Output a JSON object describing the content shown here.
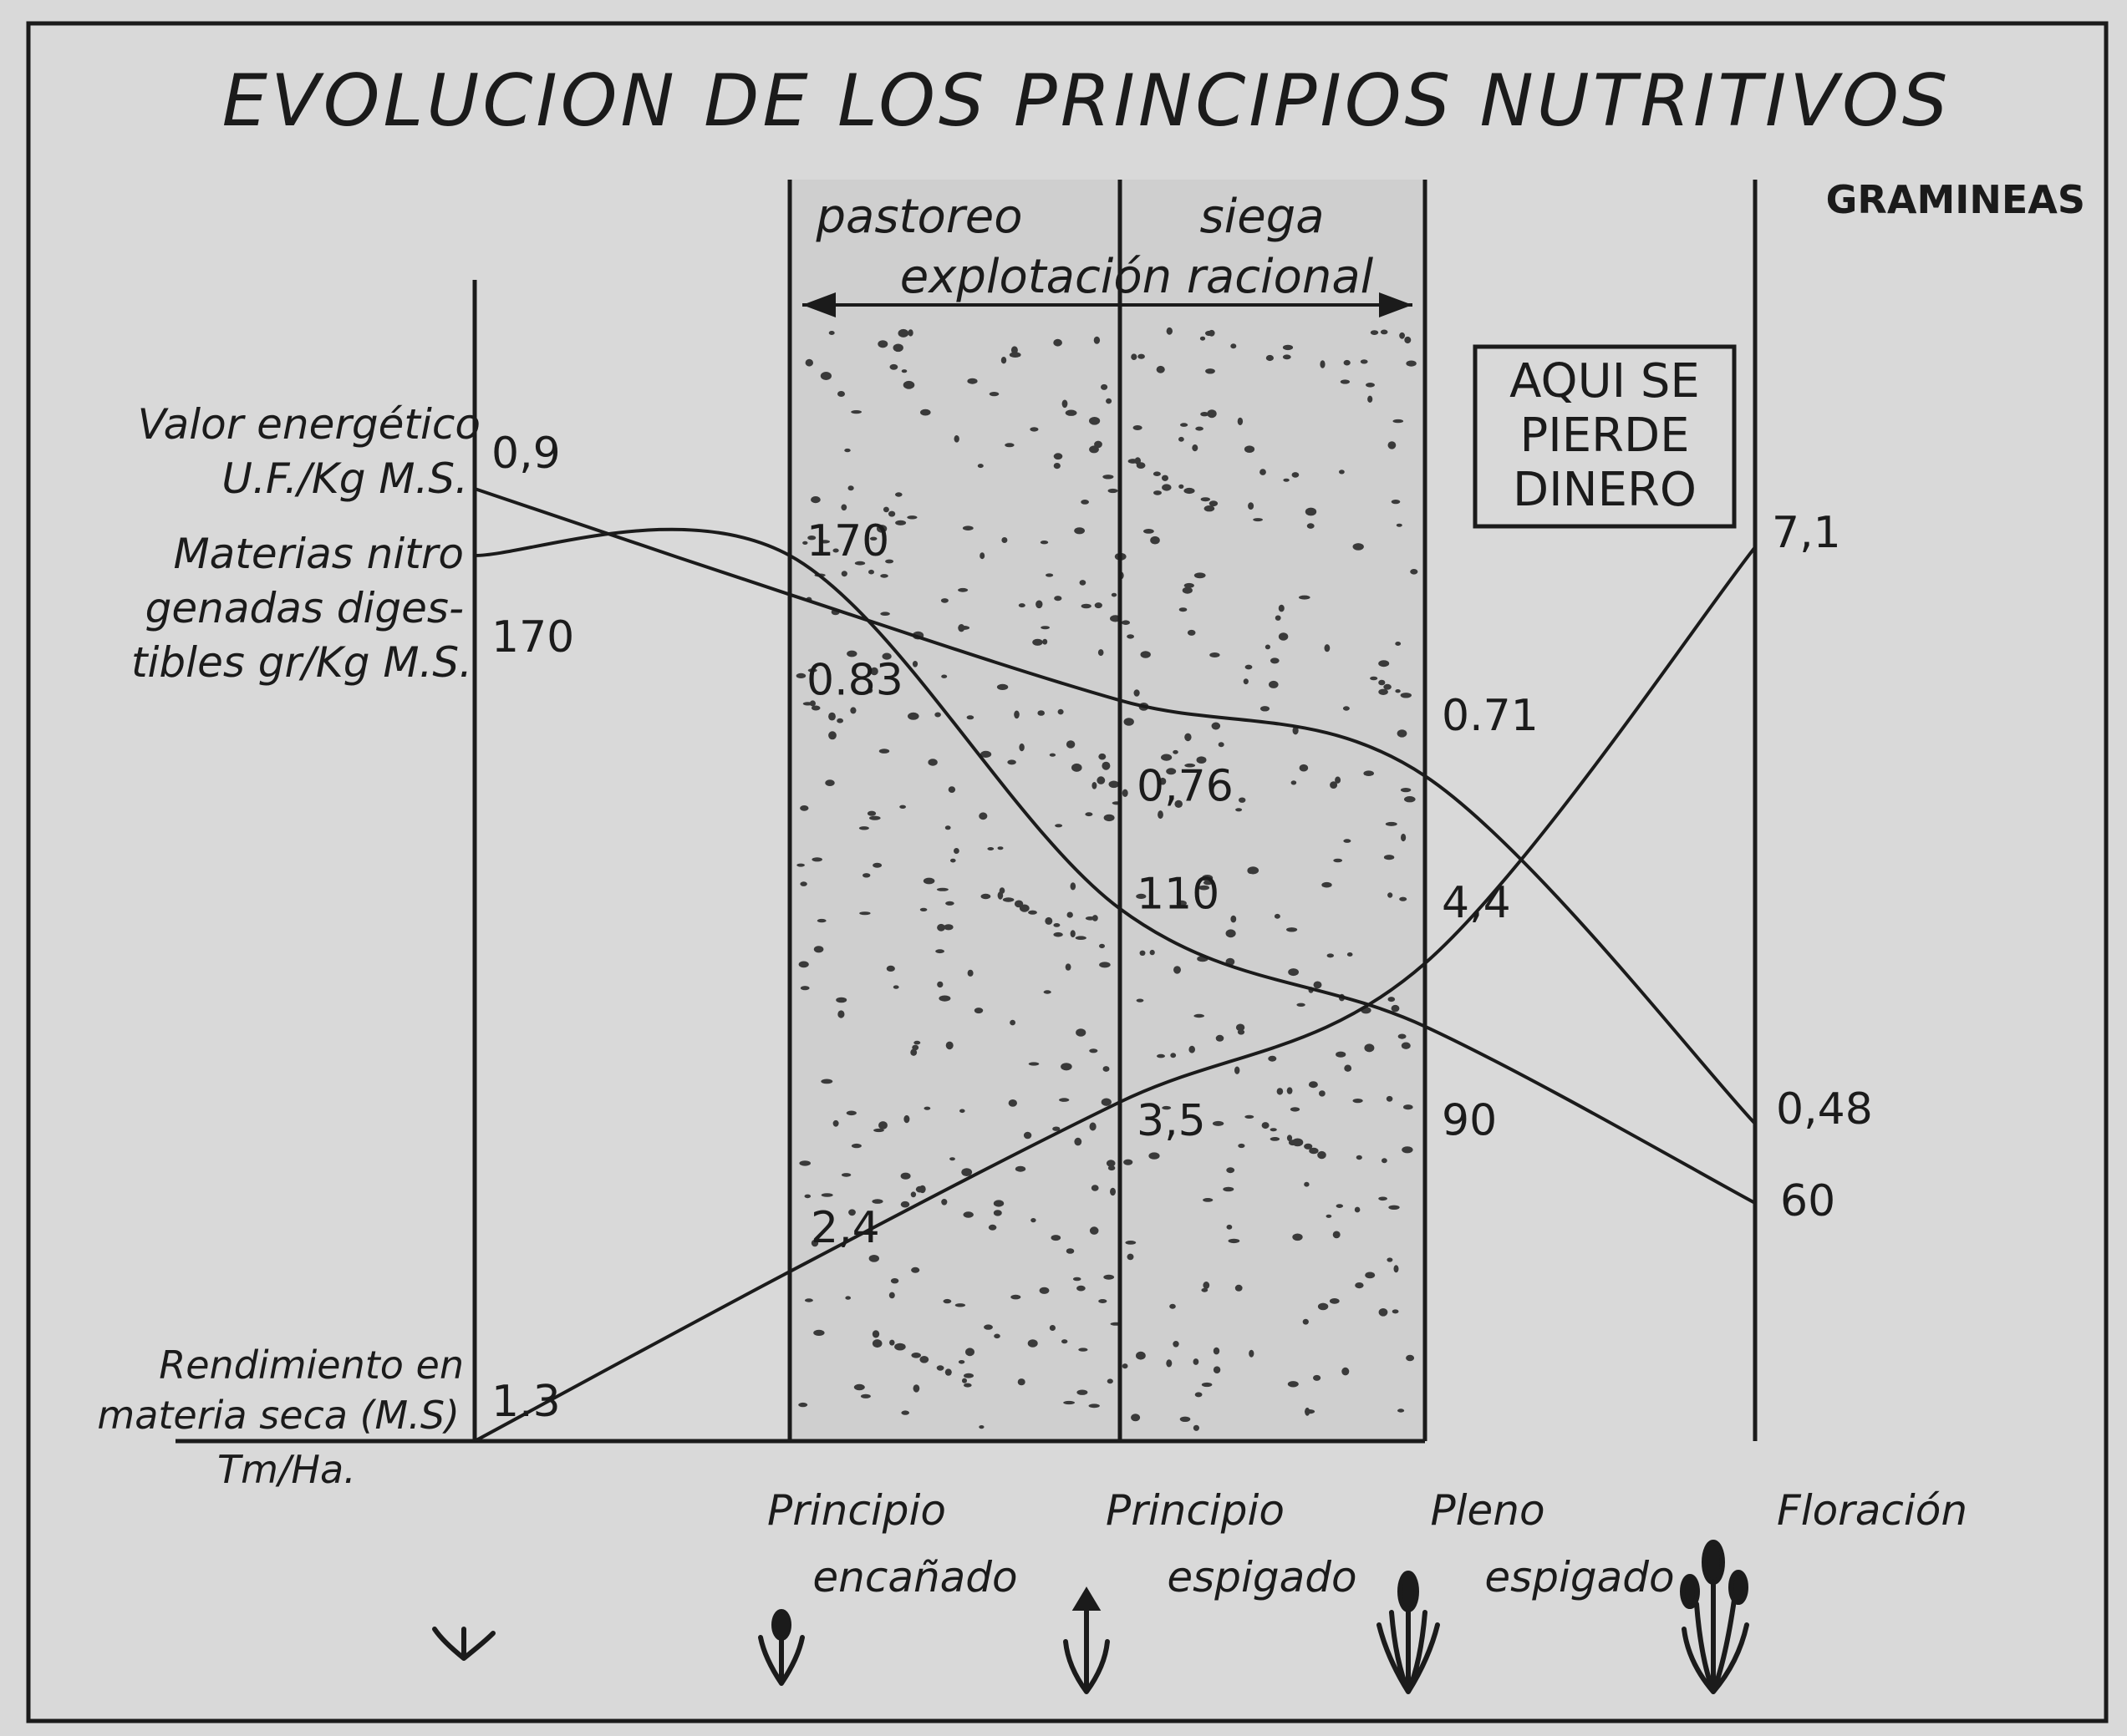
{
  "chart_data": {
    "type": "line",
    "title": "EVOLUCION DE LOS PRINCIPIOS NUTRITIVOS",
    "corner_label": "GRAMINEAS",
    "stages": [
      "",
      "Principio encañado",
      "Principio espigado",
      "Pleno espigado",
      "Floración"
    ],
    "stage_lines": [
      {
        "first": "Principio",
        "second": "encañado"
      },
      {
        "first": "Principio",
        "second": "espigado"
      },
      {
        "first": "Pleno",
        "second": "espigado"
      },
      {
        "first": "Floración",
        "second": ""
      }
    ],
    "band_labels": {
      "left": "pastoreo",
      "right": "siega",
      "span": "explotación racional"
    },
    "callout": [
      "AQUI SE",
      "PIERDE",
      "DINERO"
    ],
    "series": [
      {
        "name": "Valor energético U.F./Kg M.S.",
        "label_lines": [
          "Valor energético",
          "U.F./Kg M.S."
        ],
        "values": [
          0.9,
          0.83,
          0.76,
          0.71,
          0.48
        ],
        "point_labels": [
          "0,9",
          "0.83",
          "0,76",
          "0.71",
          "0,48"
        ]
      },
      {
        "name": "Materias nitrogenadas digestibles gr/Kg M.S.",
        "label_lines": [
          "Materias nitro",
          "genadas diges-",
          "tibles gr/Kg M.S."
        ],
        "values": [
          170,
          170,
          110,
          90,
          60
        ],
        "point_labels": [
          "170",
          "170",
          "110",
          "90",
          "60"
        ]
      },
      {
        "name": "Rendimiento en materia seca (M.S) Tm/Ha.",
        "label_lines": [
          "Rendimiento en",
          "materia seca (M.S)",
          "Tm/Ha."
        ],
        "values": [
          1.3,
          2.4,
          3.5,
          4.4,
          7.1
        ],
        "point_labels": [
          "1.3",
          "2,4",
          "3,5",
          "4,4",
          "7,1"
        ]
      }
    ],
    "colors": {
      "ink": "#1b1b1b",
      "paper": "#d9d9d9",
      "band": "#cfcfcf"
    }
  }
}
